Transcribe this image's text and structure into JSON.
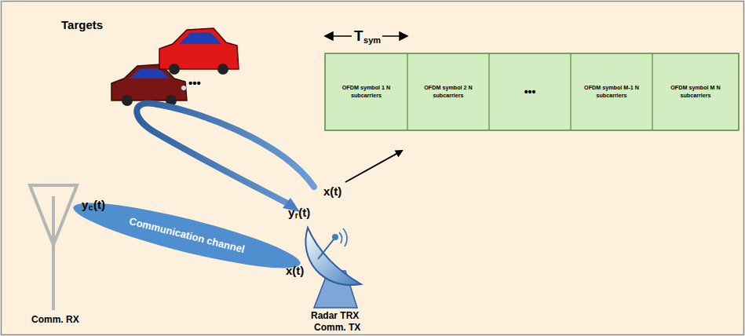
{
  "diagram": {
    "nodes": [
      {
        "text": [
          "OFDM symbol 1 N subcarriers"
        ]
      },
      {
        "text": [
          "OFDM symbol 2 N subcarriers"
        ]
      },
      {
        "text": [
          "•••"
        ]
      },
      {
        "text": [
          "OFDM symbol M-1 N subcarriers"
        ]
      },
      {
        "text": [
          "OFDM symbol M N subcarriers"
        ]
      },
      {
        "text": [
          "Communication channel"
        ]
      }
    ],
    "labels": [
      "Targets",
      "•••",
      "T",
      "sym",
      "x(t)",
      "y",
      "r",
      "(t)",
      "y",
      "c",
      "(t)",
      "x(t)",
      "Comm. RX",
      "Radar TRX",
      "Comm. TX"
    ]
  }
}
